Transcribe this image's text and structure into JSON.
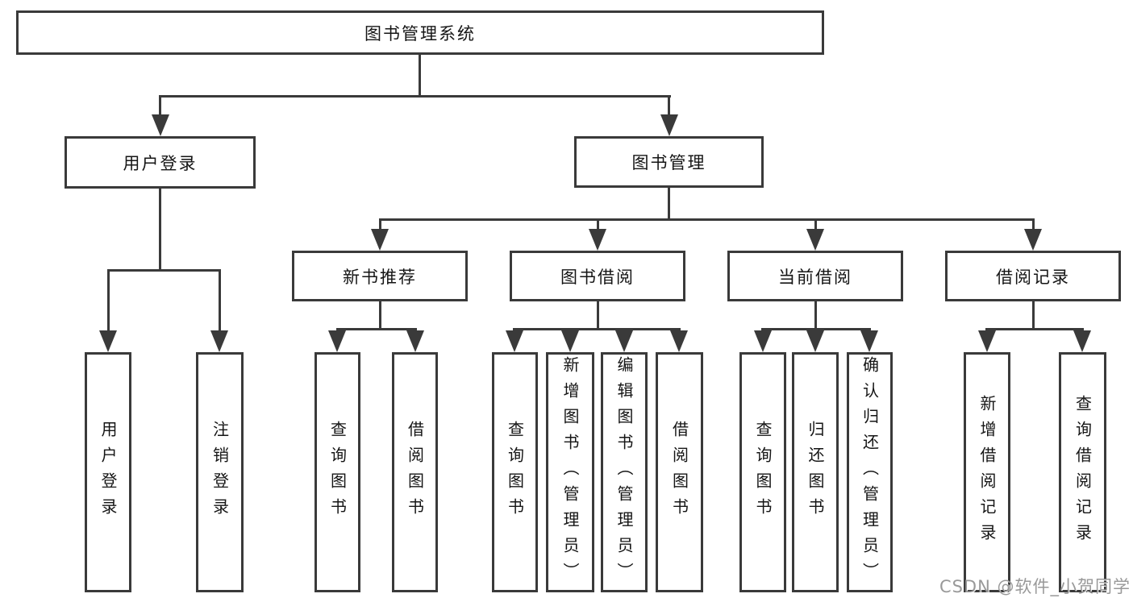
{
  "tree": {
    "label": "图书管理系统",
    "children": [
      {
        "label": "用户登录",
        "children": [
          {
            "label": "用户登录"
          },
          {
            "label": "注销登录"
          }
        ]
      },
      {
        "label": "图书管理",
        "children": [
          {
            "label": "新书推荐",
            "children": [
              {
                "label": "查询图书"
              },
              {
                "label": "借阅图书"
              }
            ]
          },
          {
            "label": "图书借阅",
            "children": [
              {
                "label": "查询图书"
              },
              {
                "label": "新增图书（管理员）"
              },
              {
                "label": "编辑图书（管理员）"
              },
              {
                "label": "借阅图书"
              }
            ]
          },
          {
            "label": "当前借阅",
            "children": [
              {
                "label": "查询图书"
              },
              {
                "label": "归还图书"
              },
              {
                "label": "确认归还（管理员）"
              }
            ]
          },
          {
            "label": "借阅记录",
            "children": [
              {
                "label": "新增借阅记录"
              },
              {
                "label": "查询借阅记录"
              }
            ]
          }
        ]
      }
    ]
  },
  "watermark": {
    "text": "CSDN @软件_小贺同学"
  },
  "colors": {
    "line": "#3a3a3a",
    "box_border": "#3a3a3a",
    "text": "#151515",
    "background": "#ffffff",
    "watermark": "#878787"
  }
}
